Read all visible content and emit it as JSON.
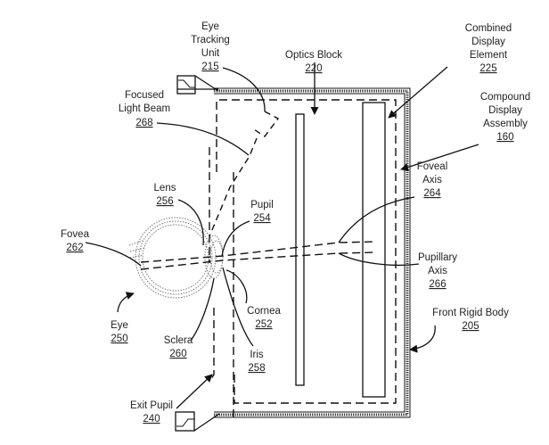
{
  "figure": {
    "labels": {
      "eye_tracking_unit": {
        "text_lines": [
          "Eye",
          "Tracking",
          "Unit"
        ],
        "ref": "215"
      },
      "optics_block": {
        "text_lines": [
          "Optics Block"
        ],
        "ref": "220"
      },
      "combined_display_element": {
        "text_lines": [
          "Combined",
          "Display",
          "Element"
        ],
        "ref": "225"
      },
      "compound_display_assembly": {
        "text_lines": [
          "Compound",
          "Display",
          "Assembly"
        ],
        "ref": "160"
      },
      "focused_light_beam": {
        "text_lines": [
          "Focused",
          "Light Beam"
        ],
        "ref": "268"
      },
      "lens": {
        "text_lines": [
          "Lens"
        ],
        "ref": "256"
      },
      "pupil": {
        "text_lines": [
          "Pupil"
        ],
        "ref": "254"
      },
      "fovea": {
        "text_lines": [
          "Fovea"
        ],
        "ref": "262"
      },
      "foveal_axis": {
        "text_lines": [
          "Foveal",
          "Axis"
        ],
        "ref": "264"
      },
      "pupillary_axis": {
        "text_lines": [
          "Pupillary",
          "Axis"
        ],
        "ref": "266"
      },
      "cornea": {
        "text_lines": [
          "Cornea"
        ],
        "ref": "252"
      },
      "eye": {
        "text_lines": [
          "Eye"
        ],
        "ref": "250"
      },
      "sclera": {
        "text_lines": [
          "Sclera"
        ],
        "ref": "260"
      },
      "iris": {
        "text_lines": [
          "Iris"
        ],
        "ref": "258"
      },
      "front_rigid_body": {
        "text_lines": [
          "Front Rigid Body"
        ],
        "ref": "205"
      },
      "exit_pupil": {
        "text_lines": [
          "Exit Pupil"
        ],
        "ref": "240"
      }
    }
  }
}
